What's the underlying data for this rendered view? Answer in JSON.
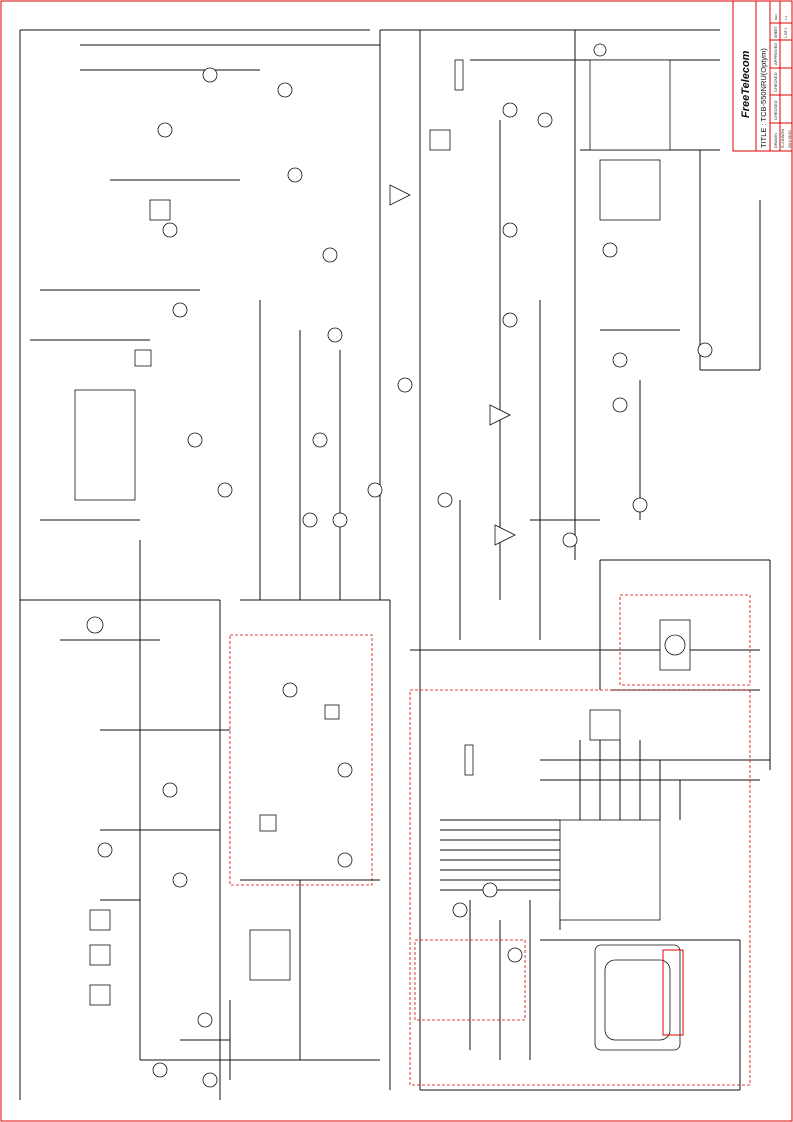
{
  "title_block": {
    "company": "FreeTelecom",
    "title": "TITLE : TCB-550NRU(Optym)",
    "headers": [
      "DRAWN",
      "CHECKED",
      "CHECKED",
      "CHECKED",
      "APPROVED",
      "SHEET"
    ],
    "drawn_by": "S.J.KWON",
    "date": "2012.08.20",
    "sheet": "1 OF 1",
    "rev_label": "REV",
    "rev": "1.2"
  },
  "colors": {
    "border": "#dd0000",
    "wire": "#111111",
    "annotation": "#dd0000"
  }
}
